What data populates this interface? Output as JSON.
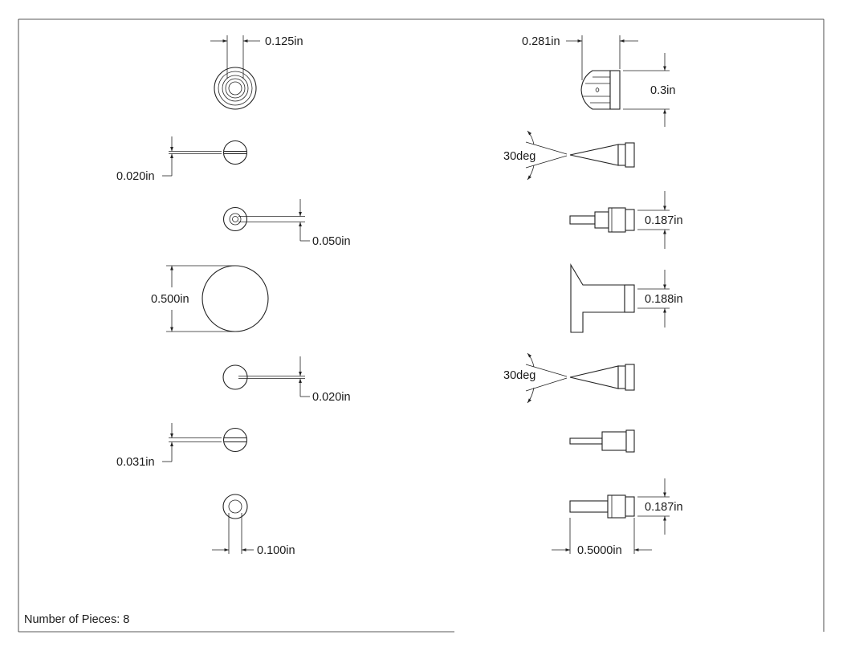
{
  "footer": {
    "pieces_label": "Number of Pieces: 8"
  },
  "dimensions": {
    "left_1": "0.125in",
    "left_2": "0.020in",
    "left_3": "0.050in",
    "left_4": "0.500in",
    "left_5": "0.020in",
    "left_6": "0.031in",
    "left_7": "0.100in",
    "right_1_width": "0.281in",
    "right_1_height": "0.3in",
    "right_2_angle": "30deg",
    "right_3": "0.187in",
    "right_4": "0.188in",
    "right_5_angle": "30deg",
    "right_7_height": "0.187in",
    "right_7_length": "0.5000in"
  },
  "colors": {
    "line": "#222222",
    "background": "#ffffff"
  }
}
